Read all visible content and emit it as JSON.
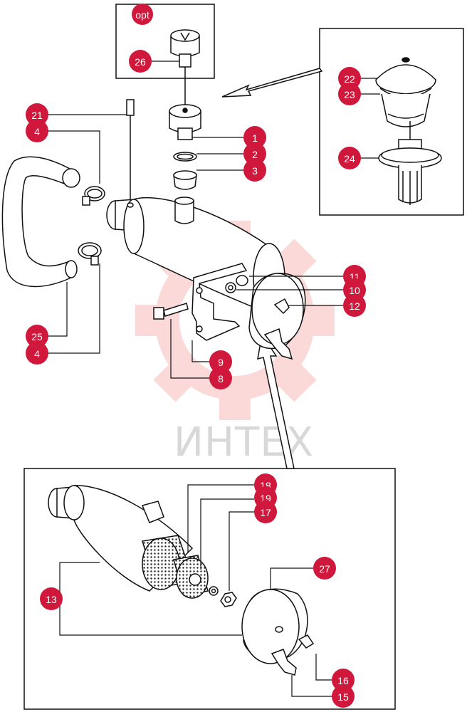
{
  "watermark": {
    "text": "ИНТЕХ",
    "color": "#e8342f"
  },
  "callout_color": "#d0183c",
  "callouts": [
    {
      "id": "opt",
      "label": "opt"
    },
    {
      "id": "c26",
      "label": "26"
    },
    {
      "id": "c22",
      "label": "22"
    },
    {
      "id": "c23",
      "label": "23"
    },
    {
      "id": "c24",
      "label": "24"
    },
    {
      "id": "c21",
      "label": "21"
    },
    {
      "id": "c4a",
      "label": "4"
    },
    {
      "id": "c1",
      "label": "1"
    },
    {
      "id": "c2",
      "label": "2"
    },
    {
      "id": "c3",
      "label": "3"
    },
    {
      "id": "c11",
      "label": "11"
    },
    {
      "id": "c10",
      "label": "10"
    },
    {
      "id": "c12",
      "label": "12"
    },
    {
      "id": "c25",
      "label": "25"
    },
    {
      "id": "c4b",
      "label": "4"
    },
    {
      "id": "c9",
      "label": "9"
    },
    {
      "id": "c8",
      "label": "8"
    },
    {
      "id": "c18",
      "label": "18"
    },
    {
      "id": "c19",
      "label": "19"
    },
    {
      "id": "c17",
      "label": "17"
    },
    {
      "id": "c27",
      "label": "27"
    },
    {
      "id": "c13",
      "label": "13"
    },
    {
      "id": "c16",
      "label": "16"
    },
    {
      "id": "c15",
      "label": "15"
    }
  ]
}
